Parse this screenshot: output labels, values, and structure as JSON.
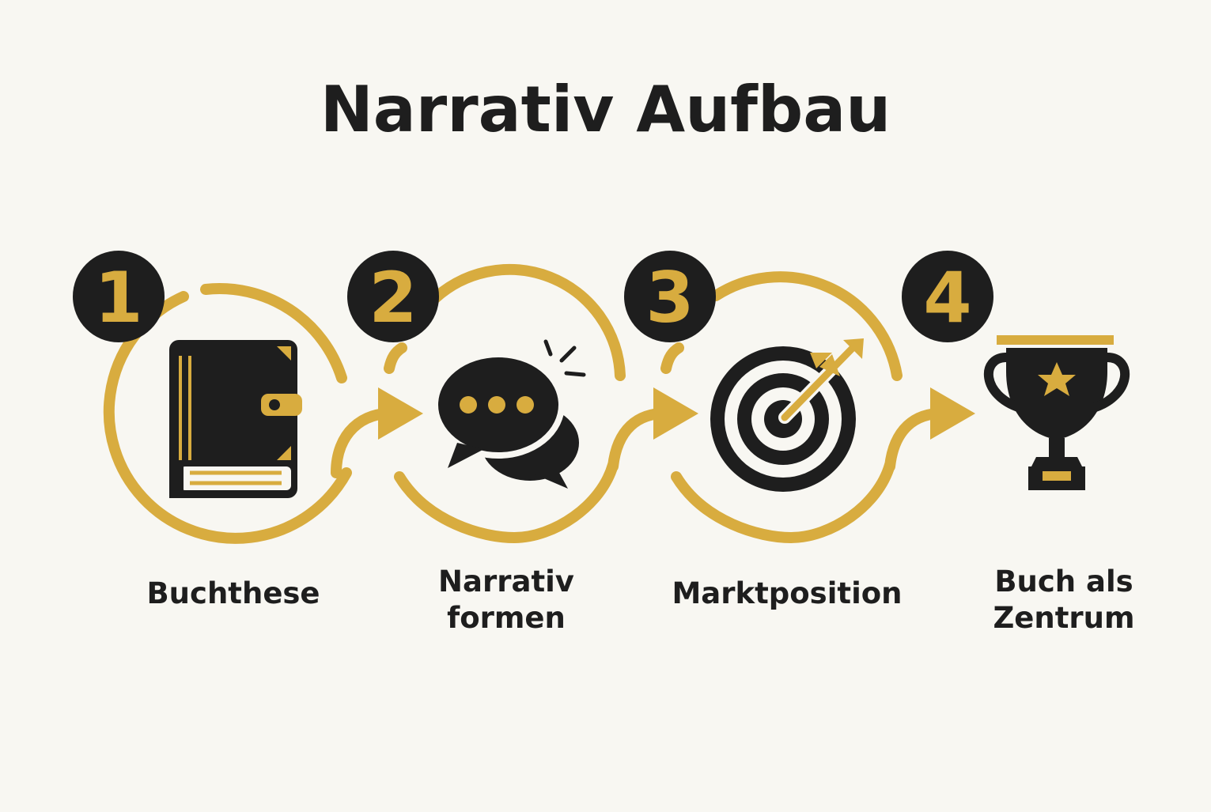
{
  "title": "Narrativ Aufbau",
  "colors": {
    "background": "#f8f7f2",
    "accent_gold": "#d8ac3f",
    "dark": "#1e1e1e"
  },
  "steps": [
    {
      "number": "1",
      "label": "Buchthese",
      "icon": "book-icon"
    },
    {
      "number": "2",
      "label": "Narrativ\nformen",
      "icon": "speech-bubbles-icon"
    },
    {
      "number": "3",
      "label": "Marktposition",
      "icon": "target-arrow-icon"
    },
    {
      "number": "4",
      "label": "Buch als\nZentrum",
      "icon": "trophy-icon"
    }
  ]
}
